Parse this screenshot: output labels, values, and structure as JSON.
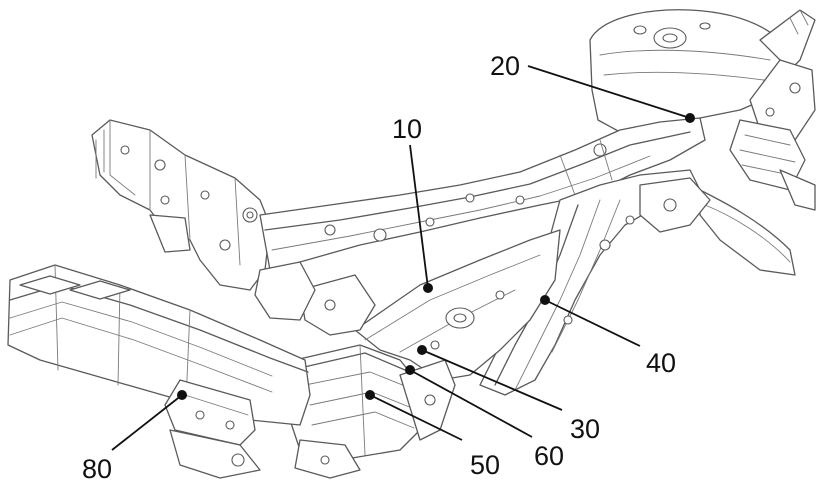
{
  "drawing": {
    "components": [
      {
        "id": "c10",
        "ref": "10"
      },
      {
        "id": "c20",
        "ref": "20"
      },
      {
        "id": "c30",
        "ref": "30"
      },
      {
        "id": "c40",
        "ref": "40"
      },
      {
        "id": "c50",
        "ref": "50"
      },
      {
        "id": "c60",
        "ref": "60"
      },
      {
        "id": "c80",
        "ref": "80"
      }
    ]
  }
}
